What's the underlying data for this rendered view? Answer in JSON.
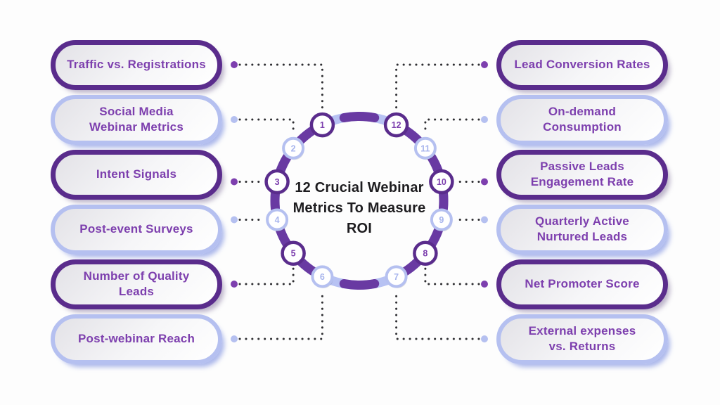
{
  "title": "12 Crucial Webinar\nMetrics To Measure\nROI",
  "colors": {
    "background": "#fdfdfd",
    "purple_border": "#5a2c8c",
    "purple_text": "#7d3fae",
    "lavender_border": "#b5c0f0",
    "lavender_text": "#a8b5ed",
    "ring_lavender": "#b7c2f3",
    "ring_purple_dash": "#693aa2",
    "connector_dot": "#2e2e32",
    "title_color": "#1d1c1f"
  },
  "pills": {
    "left": [
      {
        "label": "Traffic vs. Registrations",
        "variant": "purple",
        "node": "1"
      },
      {
        "label": "Social Media\nWebinar Metrics",
        "variant": "lavender",
        "node": "2"
      },
      {
        "label": "Intent Signals",
        "variant": "purple",
        "node": "3"
      },
      {
        "label": "Post-event Surveys",
        "variant": "lavender",
        "node": "4"
      },
      {
        "label": "Number of Quality\nLeads",
        "variant": "purple",
        "node": "5"
      },
      {
        "label": "Post-webinar Reach",
        "variant": "lavender",
        "node": "6"
      }
    ],
    "right": [
      {
        "label": "Lead Conversion Rates",
        "variant": "purple",
        "node": "12"
      },
      {
        "label": "On-demand\nConsumption",
        "variant": "lavender",
        "node": "11"
      },
      {
        "label": "Passive Leads\nEngagement Rate",
        "variant": "purple",
        "node": "10"
      },
      {
        "label": "Quarterly Active\nNurtured Leads",
        "variant": "lavender",
        "node": "9"
      },
      {
        "label": "Net Promoter Score",
        "variant": "purple",
        "node": "8"
      },
      {
        "label": "External expenses\nvs. Returns",
        "variant": "lavender",
        "node": "7"
      }
    ]
  },
  "nodes": [
    {
      "number": "1",
      "variant": "purple"
    },
    {
      "number": "2",
      "variant": "lavender"
    },
    {
      "number": "3",
      "variant": "purple"
    },
    {
      "number": "4",
      "variant": "lavender"
    },
    {
      "number": "5",
      "variant": "purple"
    },
    {
      "number": "6",
      "variant": "lavender"
    },
    {
      "number": "7",
      "variant": "lavender"
    },
    {
      "number": "8",
      "variant": "purple"
    },
    {
      "number": "9",
      "variant": "lavender"
    },
    {
      "number": "10",
      "variant": "purple"
    },
    {
      "number": "11",
      "variant": "lavender"
    },
    {
      "number": "12",
      "variant": "purple"
    }
  ]
}
